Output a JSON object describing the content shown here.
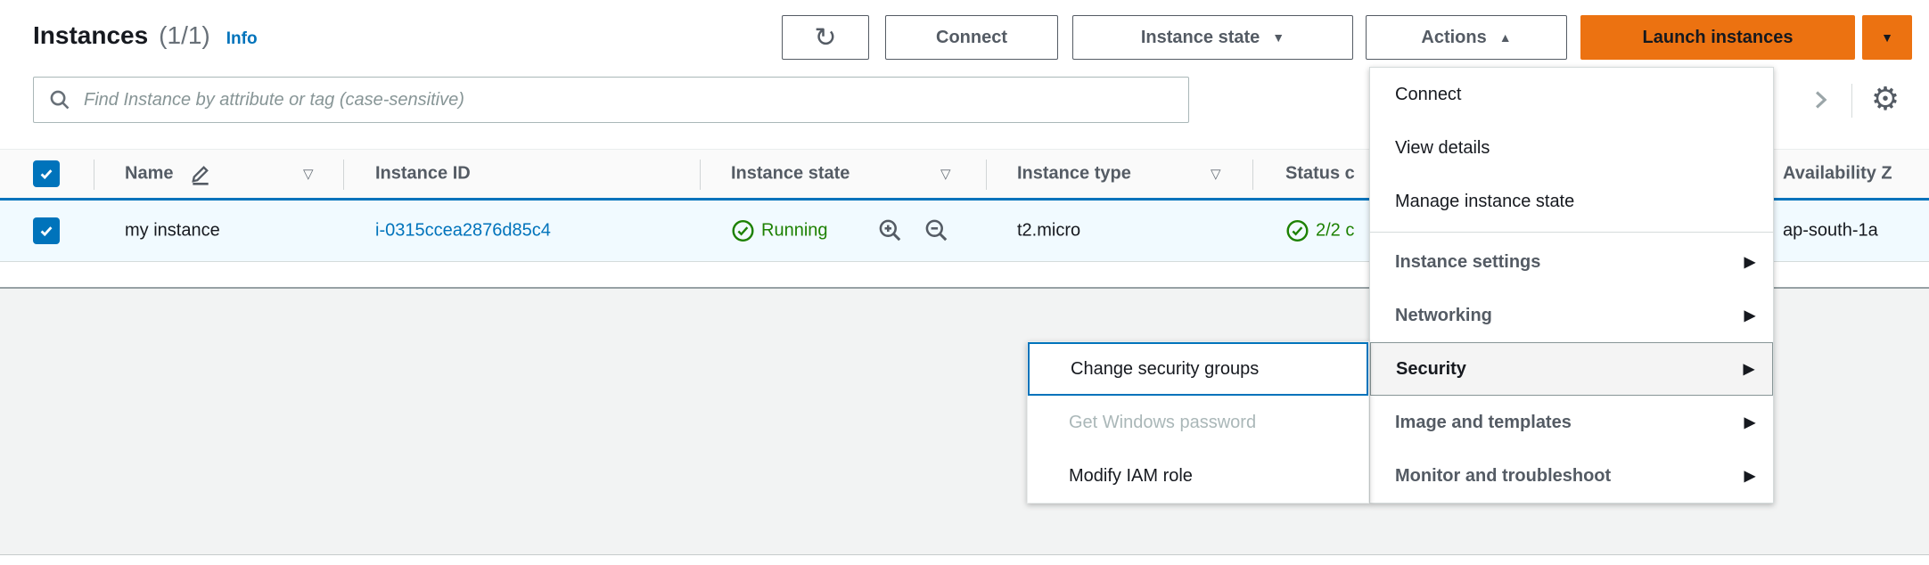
{
  "colors": {
    "accent_orange": "#ec7211",
    "link_blue": "#0073bb",
    "success_green": "#1d8102",
    "disabled_gray": "#aab7b8",
    "selected_row_bg": "#f1faff"
  },
  "icons": {
    "refresh": "↻",
    "caret_down": "▼",
    "caret_up": "▲",
    "sort": "▽",
    "submenu_arrow": "▶",
    "gear": "⚙"
  },
  "header": {
    "title": "Instances",
    "count": "(1/1)",
    "info": "Info"
  },
  "toolbar": {
    "connect": "Connect",
    "instance_state": "Instance state",
    "actions": "Actions",
    "launch_instances": "Launch instances"
  },
  "search": {
    "placeholder": "Find Instance by attribute or tag (case-sensitive)"
  },
  "table": {
    "columns": [
      {
        "label": "Name"
      },
      {
        "label": "Instance ID"
      },
      {
        "label": "Instance state"
      },
      {
        "label": "Instance type"
      },
      {
        "label": "Status c"
      },
      {
        "label": "Availability Z"
      }
    ],
    "row": {
      "selected": true,
      "name": "my instance",
      "instance_id": "i-0315ccea2876d85c4",
      "instance_state": "Running",
      "instance_type": "t2.micro",
      "status_check": "2/2 c",
      "availability_zone": "ap-south-1a"
    }
  },
  "actions_menu": {
    "items": [
      {
        "label": "Connect",
        "type": "action"
      },
      {
        "label": "View details",
        "type": "action"
      },
      {
        "label": "Manage instance state",
        "type": "action"
      },
      {
        "label": "Instance settings",
        "type": "submenu"
      },
      {
        "label": "Networking",
        "type": "submenu"
      },
      {
        "label": "Security",
        "type": "submenu",
        "active": true
      },
      {
        "label": "Image and templates",
        "type": "submenu"
      },
      {
        "label": "Monitor and troubleshoot",
        "type": "submenu"
      }
    ]
  },
  "security_submenu": {
    "items": [
      {
        "label": "Change security groups",
        "state": "focused"
      },
      {
        "label": "Get Windows password",
        "state": "disabled"
      },
      {
        "label": "Modify IAM role",
        "state": "normal"
      }
    ]
  }
}
